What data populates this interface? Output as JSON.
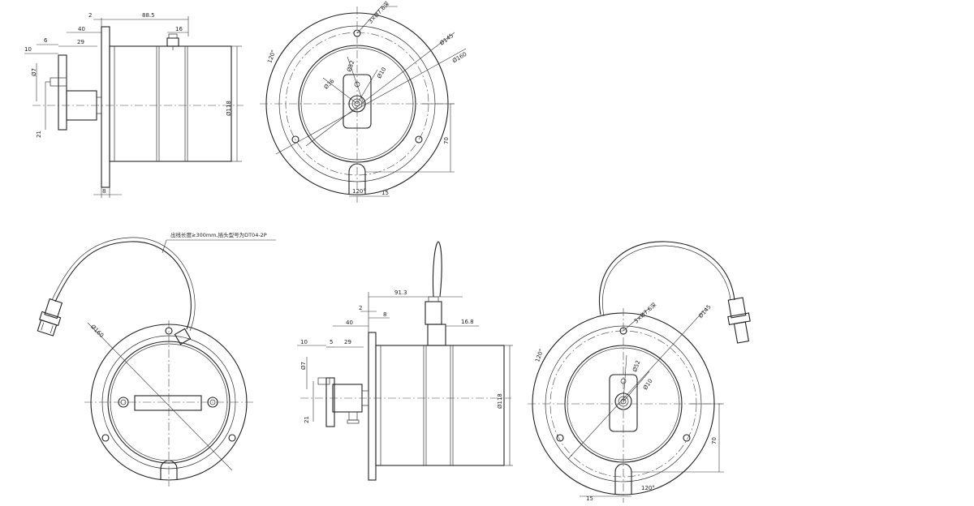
{
  "note": "出线长度≥300mm,插头型号为DT04-2P",
  "side_top": {
    "d2": "2",
    "d88_5": "88.5",
    "d40": "40",
    "d16": "16",
    "d6": "6",
    "d29": "29",
    "d10": "10",
    "d7": "Ø7",
    "d21": "21",
    "d118": "Ø118",
    "d8": "8"
  },
  "front_top": {
    "holes": "3×Ø7.6深",
    "d145": "Ø145",
    "d160": "Ø160",
    "a120": "120°",
    "d52": "Ø52",
    "d36": "Ø36",
    "d10": "Ø10",
    "d70": "70",
    "a120b": "120°",
    "d15": "15"
  },
  "rear": {
    "d160": "Ø160"
  },
  "side_bottom": {
    "d91_3": "91.3",
    "d2": "2",
    "d8": "8",
    "d40": "40",
    "d16_8": "16.8",
    "d10": "10",
    "d5": "5",
    "d29": "29",
    "d7": "Ø7",
    "d21": "21",
    "d118": "Ø118"
  },
  "front_bottom": {
    "holes": "3×Ø7.6深",
    "d145": "Ø145",
    "a120": "120°",
    "d52": "Ø52",
    "d10": "Ø10",
    "d70": "70",
    "d15": "15",
    "a120b": "120°"
  }
}
